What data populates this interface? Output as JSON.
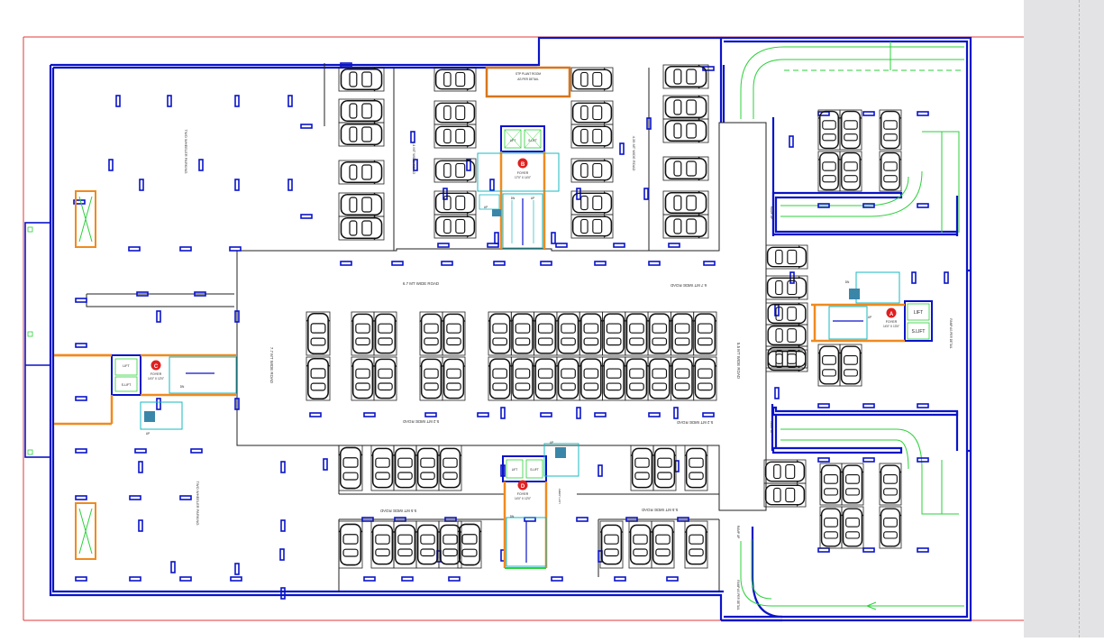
{
  "plan": {
    "labels": {
      "two_wheeler_top": "TWO WHEELER PARKING",
      "two_wheeler_bottom": "TWO WHEELER PARKING",
      "road_44": "4.4 MT WIDE ROAD",
      "road_435": "4.35 MT WIDE ROAD",
      "road_67_left": "6.7 MT WIDE ROAD",
      "road_67_right": "6.7 MT WIDE ROAD",
      "road_77": "7.7 MT WIDE ROAD",
      "road_55_vertical": "5.5 MT WIDE ROAD",
      "road_52_left": "5.2 MT WIDE ROAD",
      "road_52_right": "5.2 MT WIDE ROAD",
      "road_55_bottom_left": "5.5 MT WIDE ROAD",
      "road_55_bottom_right": "5.5 MT WIDE ROAD",
      "stp_room": "STP PLANT ROOM",
      "stp_note": "AS PER DETAIL",
      "ramp_up_top": "RAMP UP",
      "ramp_up_mid": "RAMP UP",
      "ramp_up_bottom": "RAMP UP",
      "ramp_detail_right": "RAMP AS PER DETAIL",
      "ramp_detail_bottom": "RAMP AS PER DETAIL"
    },
    "cores": {
      "a": {
        "letter": "A",
        "foyer": "FOYER",
        "size": "14'0\" X 13'0\"",
        "lift": "LIFT",
        "s_lift": "S.LIFT"
      },
      "b": {
        "letter": "B",
        "foyer": "FOYER",
        "size": "17'0\" X 14'0\"",
        "lift": "LIFT",
        "s_lift": "S.LIFT"
      },
      "c": {
        "letter": "C",
        "foyer": "FOYER",
        "size": "14'0\" X 12'0\"",
        "lift": "LIFT",
        "s_lift": "S.LIFT"
      },
      "d": {
        "letter": "D",
        "foyer": "FOYER",
        "size": "14'0\" X 12'0\"",
        "lift": "LIFT",
        "s_lift": "S.LIFT",
        "lift_lobby": "LIFT LOBBY"
      }
    },
    "stairs": {
      "up": "UP",
      "dn": "DN"
    },
    "colors": {
      "wall": "#0a14c8",
      "site_line": "#e03a3a",
      "ramp": "#2bd13a",
      "foyer_wall": "#f08a1e",
      "stair": "#17b8c2",
      "core_marker": "#e02020",
      "car": "#111111"
    }
  }
}
